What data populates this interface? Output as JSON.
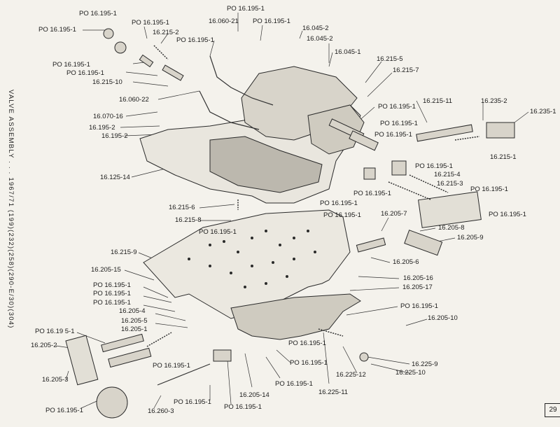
{
  "title": "VALVE ASSEMBLY . . . 1967/71 (199)(232)(258)(290-E/30)(304)",
  "page_number": "29",
  "labels": [
    "PO 16.195-1",
    "PO 16.195-1",
    "PO 16.195-1",
    "16.215-2",
    "PO 16.195-1",
    "16.060-21",
    "PO 16.195-1",
    "PO 16.195-1",
    "16.045-2",
    "16.045-2",
    "16.045-1",
    "PO 16.195-1",
    "PO 16.195-1",
    "16.215-10",
    "16.215-5",
    "16.215-7",
    "16.060-22",
    "PO 16.195-1",
    "16.215-11",
    "16.235-2",
    "16.235-1",
    "16.070-16",
    "PO 16.195-1",
    "16.195-2",
    "PO 16.195-1",
    "16.195-2",
    "16.215-1",
    "16.125-14",
    "PO 16.195-1",
    "16.215-4",
    "16.215-3",
    "PO 16.195-1",
    "PO 16.195-1",
    "16.215-6",
    "PO 16.195-1",
    "16.205-7",
    "PO 16.195-1",
    "16.215-8",
    "PO 16.195-1",
    "PO 16.195-1",
    "16.205-8",
    "16.205-9",
    "16.215-9",
    "16.205-6",
    "16.205-15",
    "16.205-16",
    "PO 16.195-1",
    "PO 16.195-1",
    "16.205-17",
    "PO 16.195-1",
    "16.205-4",
    "PO 16.195-1",
    "16.205-5",
    "16.205-10",
    "16.205-1",
    "PO 16.19 5-1",
    "PO 16.195-1",
    "16.205-2",
    "16.225-9",
    "PO 16.195-1",
    "16.225-10",
    "PO 16.195-1",
    "16.225-12",
    "16.205-3",
    "PO 16.195-1",
    "16.205-14",
    "16.225-11",
    "PO 16.195-1",
    "PO 16.195-1",
    "PO 16.195-1",
    "16.260-3"
  ]
}
